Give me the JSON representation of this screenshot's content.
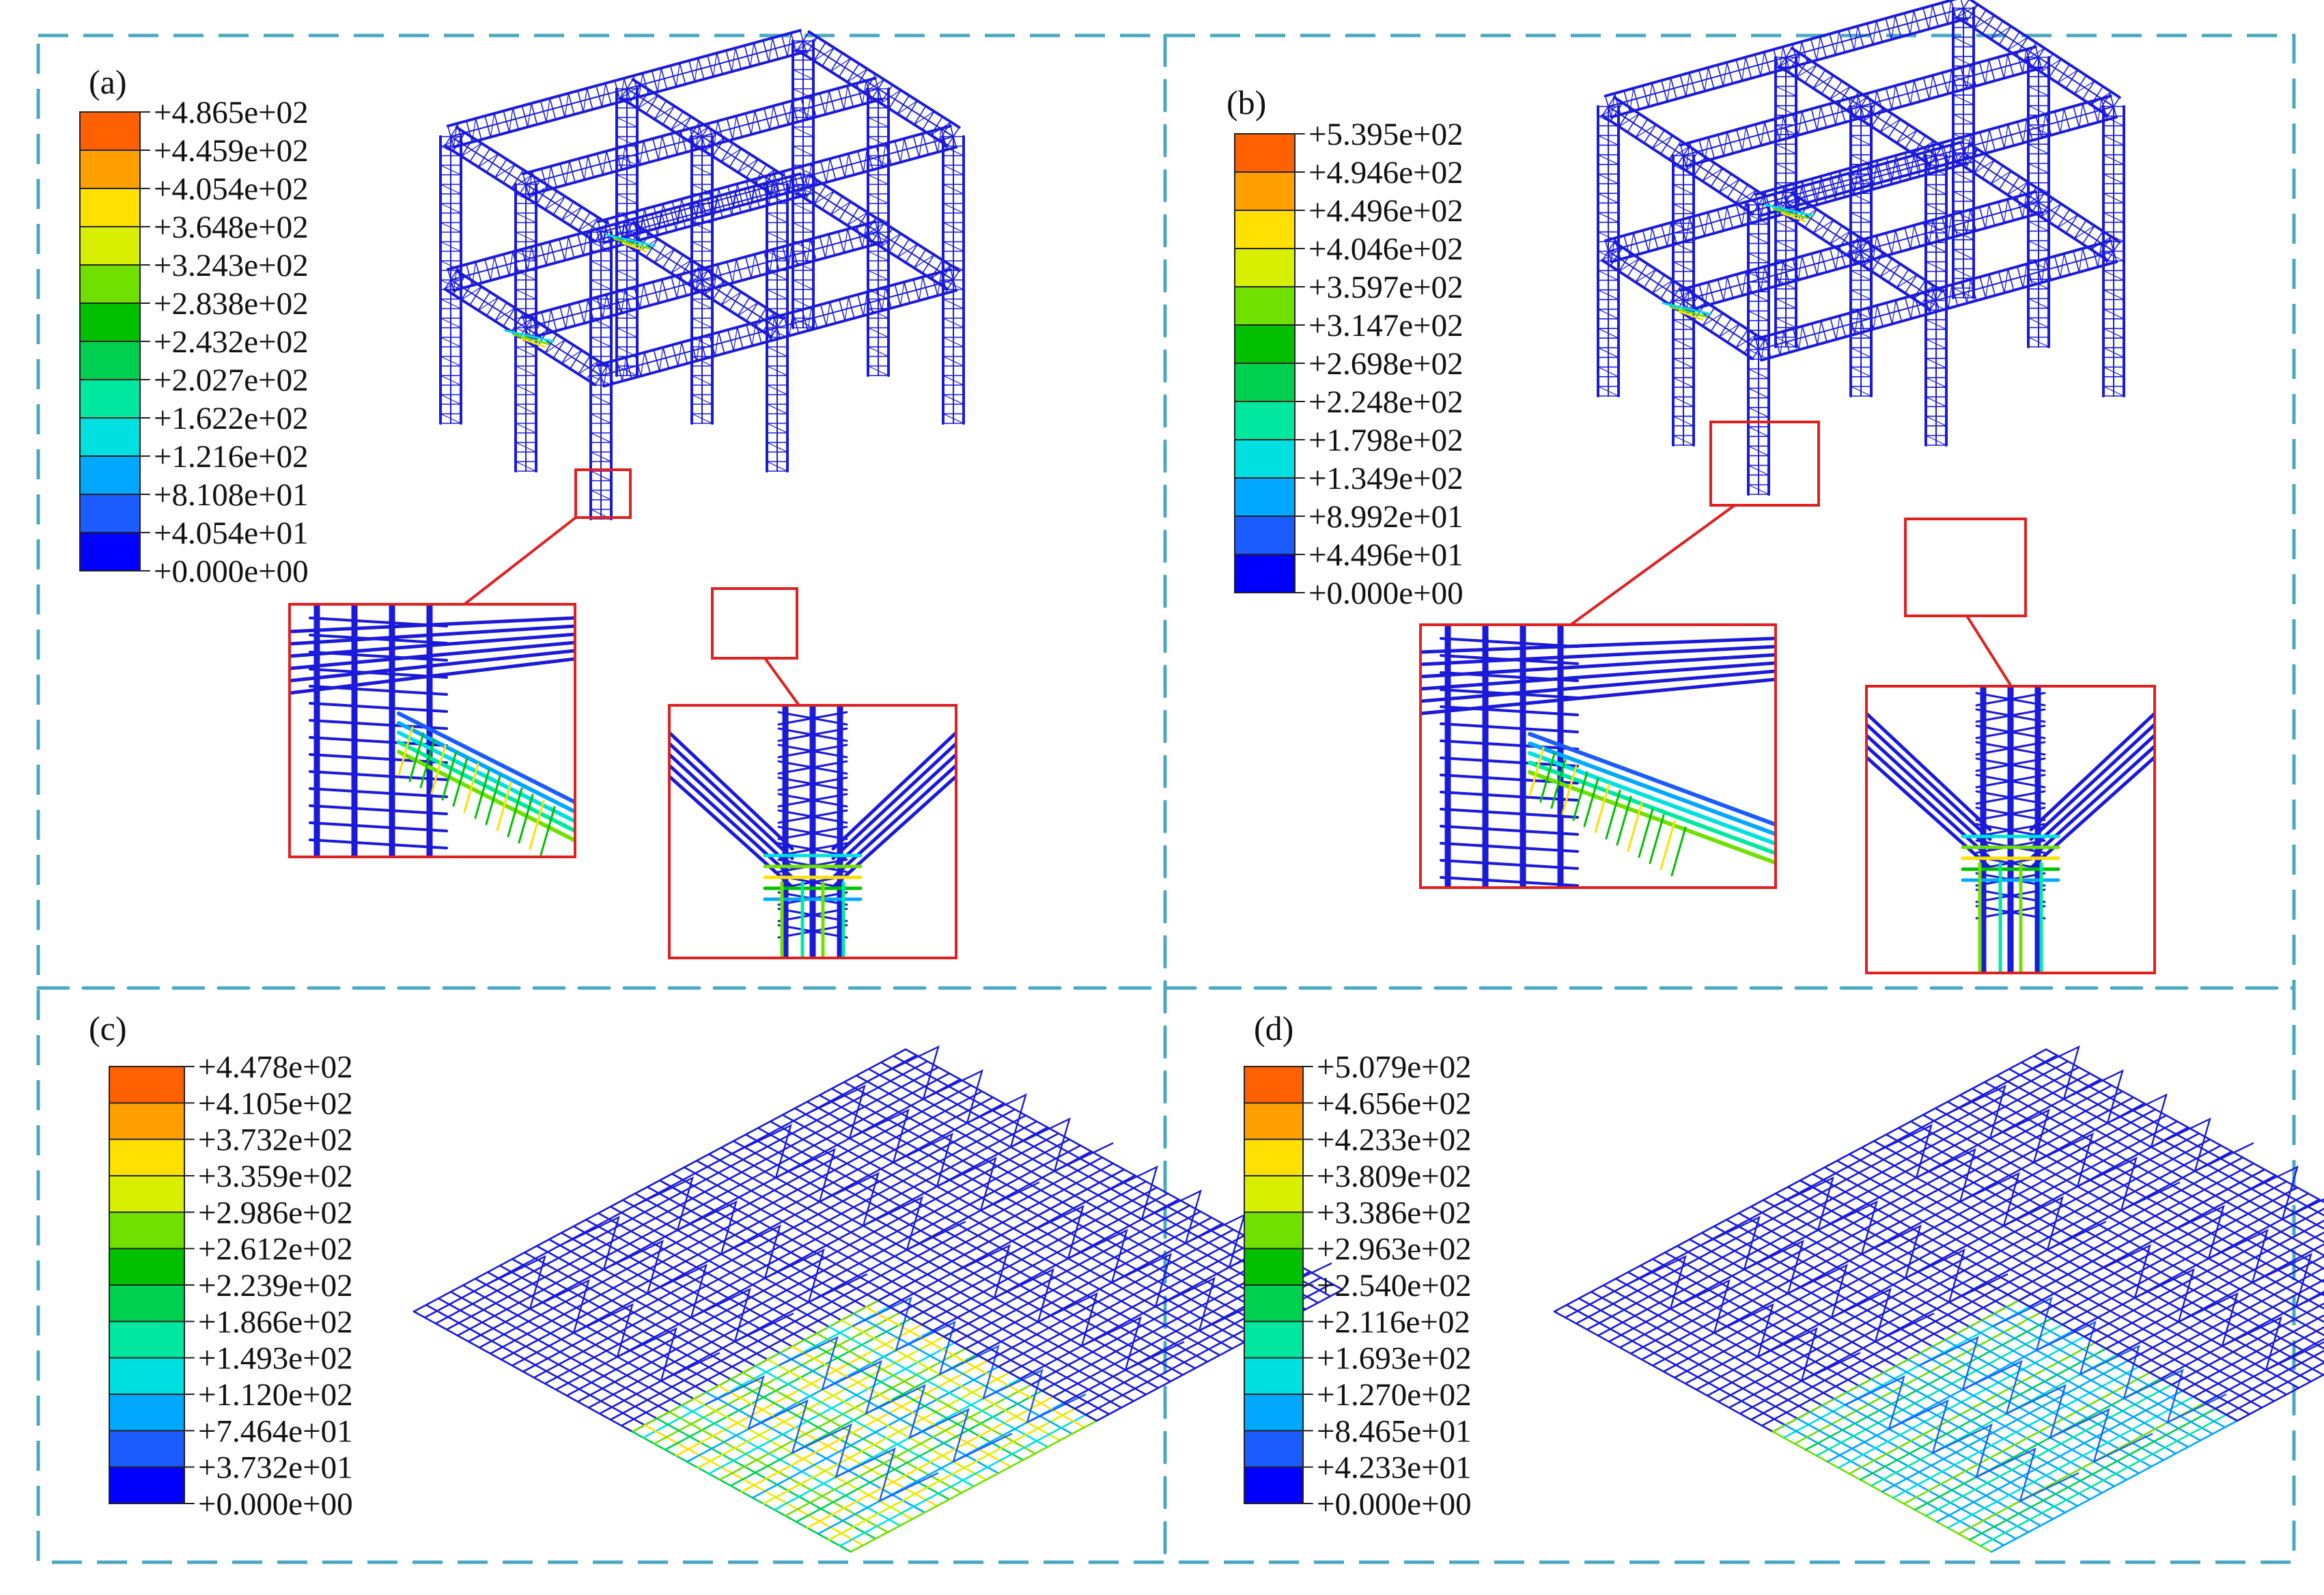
{
  "figure": {
    "frame_color": "#4aa8c0",
    "zoom_frame_color": "#e02020",
    "rebar_color": "#1a1ad8",
    "colormap": [
      "#0000ff",
      "#1a5cff",
      "#00a8ff",
      "#00e0e0",
      "#00e8a0",
      "#00d050",
      "#00c000",
      "#70e000",
      "#d8f000",
      "#ffe000",
      "#ffa000",
      "#ff6000",
      "#ff0000"
    ],
    "panels": [
      {
        "id": "a",
        "label": "(a)",
        "type": "frame",
        "legend": [
          "+4.865e+02",
          "+4.459e+02",
          "+4.054e+02",
          "+3.648e+02",
          "+3.243e+02",
          "+2.838e+02",
          "+2.432e+02",
          "+2.027e+02",
          "+1.622e+02",
          "+1.216e+02",
          "+8.108e+01",
          "+4.054e+01",
          "+0.000e+00"
        ]
      },
      {
        "id": "b",
        "label": "(b)",
        "type": "frame",
        "legend": [
          "+5.395e+02",
          "+4.946e+02",
          "+4.496e+02",
          "+4.046e+02",
          "+3.597e+02",
          "+3.147e+02",
          "+2.698e+02",
          "+2.248e+02",
          "+1.798e+02",
          "+1.349e+02",
          "+8.992e+01",
          "+4.496e+01",
          "+0.000e+00"
        ]
      },
      {
        "id": "c",
        "label": "(c)",
        "type": "slab",
        "legend": [
          "+4.478e+02",
          "+4.105e+02",
          "+3.732e+02",
          "+3.359e+02",
          "+2.986e+02",
          "+2.612e+02",
          "+2.239e+02",
          "+1.866e+02",
          "+1.493e+02",
          "+1.120e+02",
          "+7.464e+01",
          "+3.732e+01",
          "+0.000e+00"
        ]
      },
      {
        "id": "d",
        "label": "(d)",
        "type": "slab",
        "legend": [
          "+5.079e+02",
          "+4.656e+02",
          "+4.233e+02",
          "+3.809e+02",
          "+3.386e+02",
          "+2.963e+02",
          "+2.540e+02",
          "+2.116e+02",
          "+1.693e+02",
          "+1.270e+02",
          "+8.465e+01",
          "+4.233e+01",
          "+0.000e+00"
        ]
      }
    ]
  }
}
